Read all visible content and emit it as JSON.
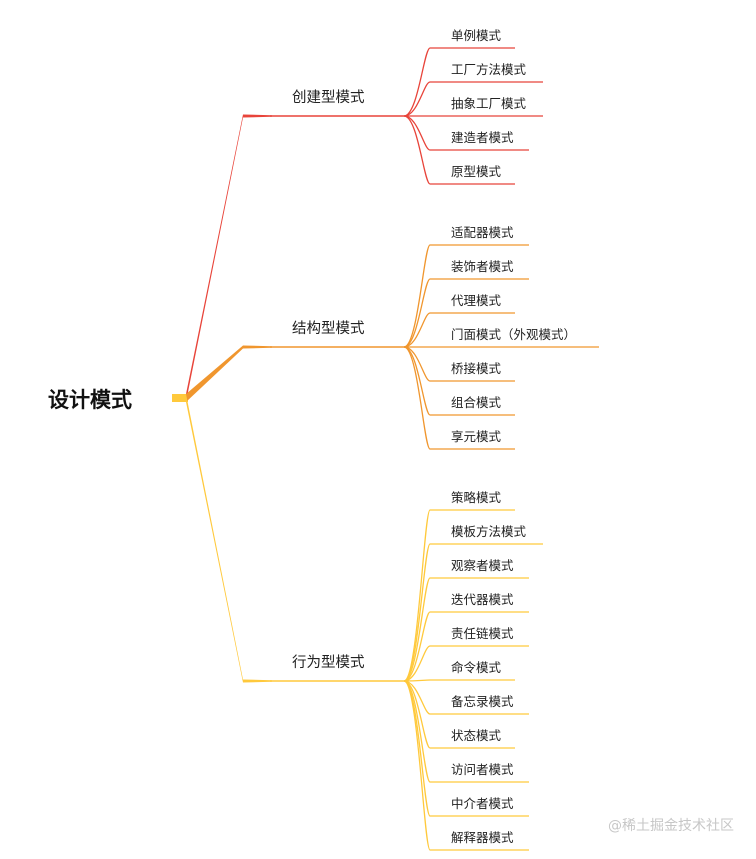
{
  "root": {
    "label": "设计模式"
  },
  "branches": [
    {
      "label": "创建型模式",
      "color": "#E8443A",
      "leaves": [
        "单例模式",
        "工厂方法模式",
        "抽象工厂模式",
        "建造者模式",
        "原型模式"
      ]
    },
    {
      "label": "结构型模式",
      "color": "#F0962E",
      "leaves": [
        "适配器模式",
        "装饰者模式",
        "代理模式",
        "门面模式（外观模式）",
        "桥接模式",
        "组合模式",
        "享元模式"
      ]
    },
    {
      "label": "行为型模式",
      "color": "#FFC93C",
      "leaves": [
        "策略模式",
        "模板方法模式",
        "观察者模式",
        "迭代器模式",
        "责任链模式",
        "命令模式",
        "备忘录模式",
        "状态模式",
        "访问者模式",
        "中介者模式",
        "解释器模式"
      ]
    }
  ],
  "watermark": "@稀土掘金技术社区"
}
